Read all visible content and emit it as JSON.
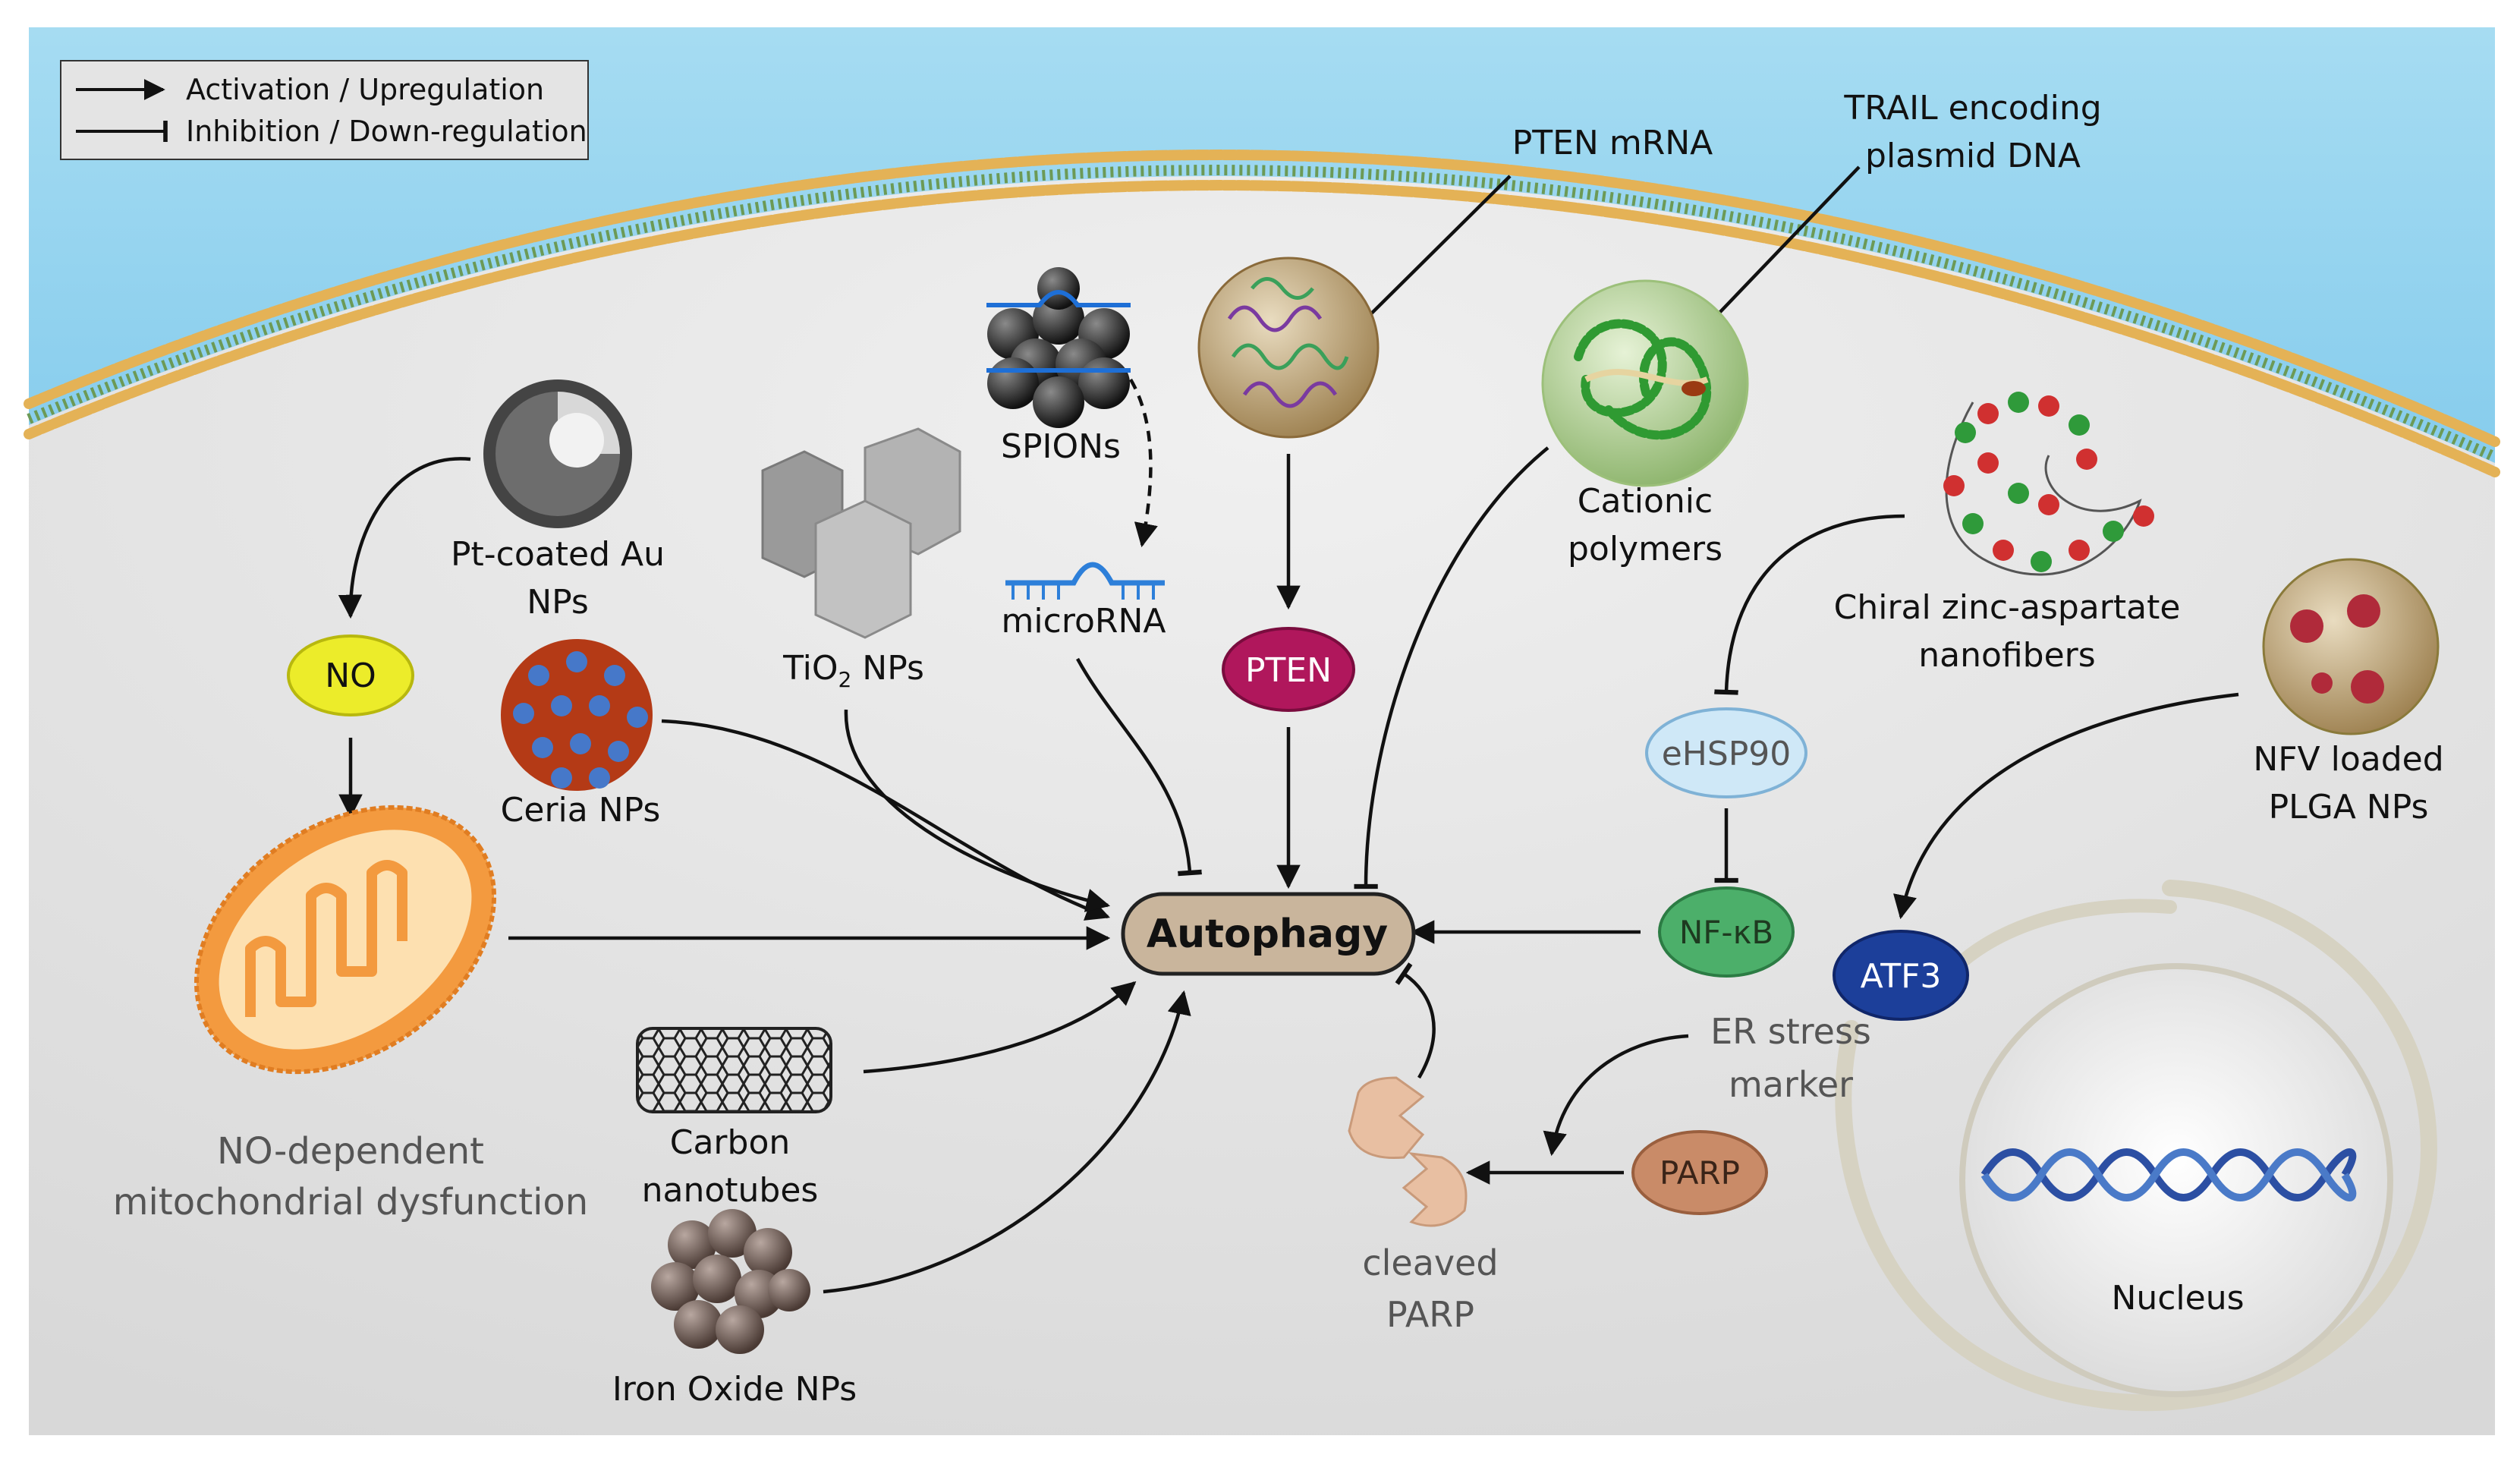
{
  "legend": {
    "activation": "Activation / Upregulation",
    "inhibition": "Inhibition / Down-regulation"
  },
  "nodes": {
    "pt_au_1": "Pt-coated Au",
    "pt_au_2": "NPs",
    "no": "NO",
    "ceria": "Ceria NPs",
    "tio2_main": "TiO",
    "tio2_sub": "2",
    "tio2_rest": " NPs",
    "spions": "SPIONs",
    "microrna": "microRNA",
    "pten_mrna": "PTEN mRNA",
    "pten": "PTEN",
    "trail_1": "TRAIL encoding",
    "trail_2": "plasmid DNA",
    "cationic_1": "Cationic",
    "cationic_2": "polymers",
    "chiral_1": "Chiral zinc-aspartate",
    "chiral_2": "nanofibers",
    "ehsp90": "eHSP90",
    "nfkb": "NF-κB",
    "nfv_1": "NFV loaded",
    "nfv_2": "PLGA NPs",
    "atf3": "ATF3",
    "autophagy": "Autophagy",
    "mito_1": "NO-dependent",
    "mito_2": "mitochondrial dysfunction",
    "cnt_1": "Carbon",
    "cnt_2": "nanotubes",
    "iron": "Iron Oxide NPs",
    "er_1": "ER stress",
    "er_2": "marker",
    "parp": "PARP",
    "cleaved_1": "cleaved",
    "cleaved_2": "PARP",
    "nucleus": "Nucleus"
  },
  "colors": {
    "sky": "#8fd3ee",
    "cytoplasm": "#e4e4e4",
    "no_node": "#ecec2a",
    "pten_node": "#b0175c",
    "ehsp90_node": "#cfe8f7",
    "nfkb_node": "#4caf6a",
    "atf3_node": "#1c3f9a",
    "parp_node": "#c98b68",
    "autophagy_node": "#c9b59c",
    "mitochondrion": "#f39a3f",
    "dna": "#2c4fa3"
  }
}
